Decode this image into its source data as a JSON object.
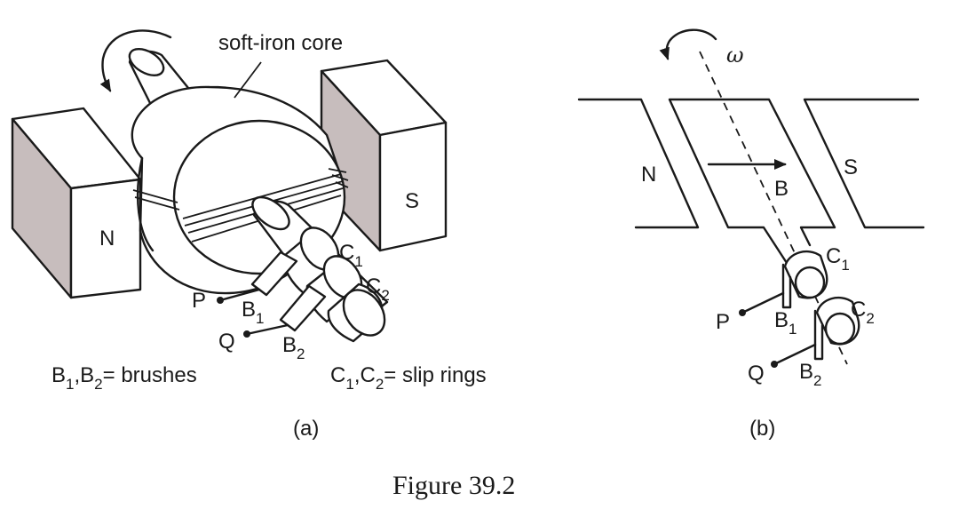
{
  "diagram_a": {
    "core_label": "soft-iron core",
    "pole_north": "N",
    "pole_south": "S",
    "ring1": {
      "base": "C",
      "sub": "1"
    },
    "ring2": {
      "base": "C",
      "sub": "2"
    },
    "brush1": {
      "base": "B",
      "sub": "1"
    },
    "brush2": {
      "base": "B",
      "sub": "2"
    },
    "terminal_p": "P",
    "terminal_q": "Q",
    "legend_brushes": {
      "b": "B",
      "s1": "1",
      "comma": ",B",
      "s2": "2",
      "rest": "= brushes"
    },
    "legend_rings": {
      "c": "C",
      "s1": "1",
      "comma": ",C",
      "s2": "2",
      "rest": "= slip rings"
    },
    "panel_label": "(a)"
  },
  "diagram_b": {
    "omega": "ω",
    "pole_north": "N",
    "pole_south": "S",
    "field": "B",
    "ring1": {
      "base": "C",
      "sub": "1"
    },
    "ring2": {
      "base": "C",
      "sub": "2"
    },
    "brush1": {
      "base": "B",
      "sub": "1"
    },
    "brush2": {
      "base": "B",
      "sub": "2"
    },
    "terminal_p": "P",
    "terminal_q": "Q",
    "panel_label": "(b)"
  },
  "caption": "Figure 39.2"
}
